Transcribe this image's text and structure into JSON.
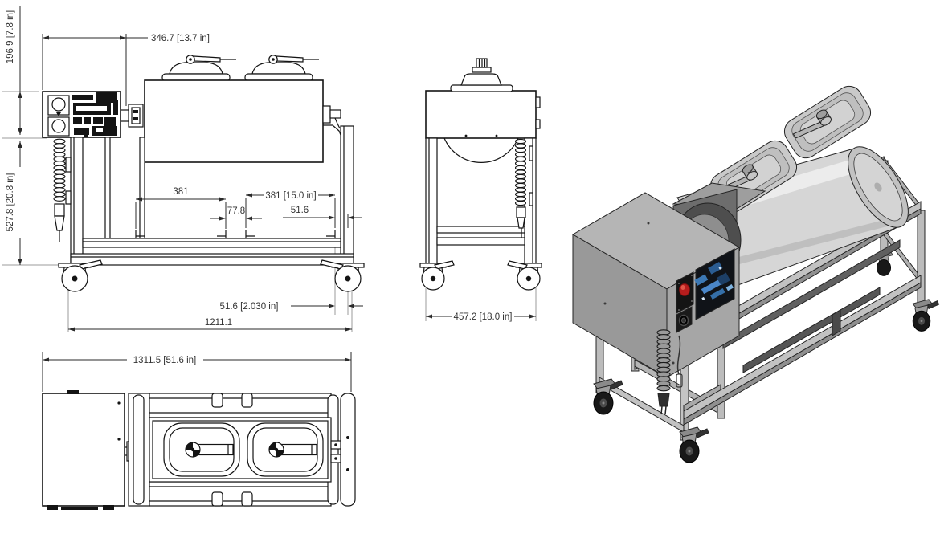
{
  "dims": {
    "box_height": "196.9 [7.8 in]",
    "box_width": "346.7 [13.7 in]",
    "frame_height": "527.8 [20.8 in]",
    "support_span_left": "381",
    "support_gap": "77.8",
    "support_span_right": "381 [15.0 in]",
    "support_offset": "51.6",
    "caster_offset": "51.6 [2.030 in]",
    "overall_width": "1211.1",
    "overall_depth": "457.2 [18.0 in]",
    "overall_length": "1311.5 [51.6 in]"
  },
  "colors": {
    "drawing_line": "#141414",
    "construction_line": "#9b9b9b",
    "metal_light": "#d6d6d6",
    "metal_mid": "#a3a3a3",
    "metal_dark": "#6d6d6d",
    "estop_red": "#b51d1d",
    "panel_blue": "#3c78b4",
    "caster_black": "#181818"
  }
}
